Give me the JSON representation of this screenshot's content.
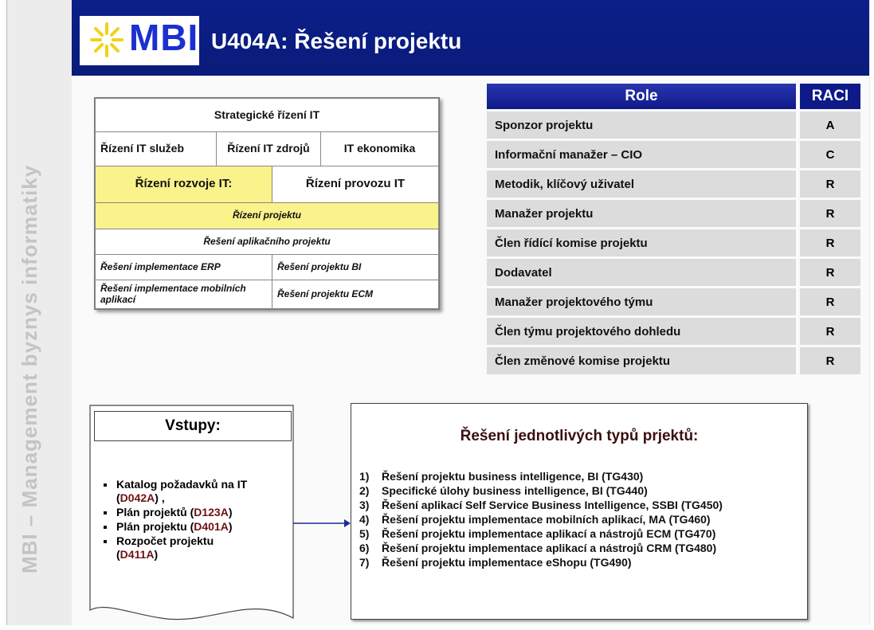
{
  "sidebar": {
    "text": "MBI – Management byznys informatiky"
  },
  "header": {
    "logo": "MBI",
    "title": "U404A: Řešení projektu"
  },
  "hierarchy": {
    "strategic": "Strategické řízení IT",
    "services": "Řízení IT služeb",
    "resources": "Řízení IT zdrojů",
    "economics": "IT ekonomika",
    "development": "Řízení rozvoje IT:",
    "operations": "Řízení provozu IT",
    "project_mgmt": "Řízení projektu",
    "app_project": "Řešení aplikačního projektu",
    "erp": "Řešení implementace ERP",
    "bi": "Řešení projektu BI",
    "mobile": "Řešení implementace mobilních aplikací",
    "ecm": "Řešení projektu ECM"
  },
  "roles": {
    "head_role": "Role",
    "head_raci": "RACI",
    "rows": [
      {
        "role": "Sponzor projektu",
        "raci": "A"
      },
      {
        "role": "Informační manažer – CIO",
        "raci": "C"
      },
      {
        "role": "Metodik, klíčový uživatel",
        "raci": "R"
      },
      {
        "role": "Manažer projektu",
        "raci": "R"
      },
      {
        "role": "Člen řídící komise projektu",
        "raci": "R"
      },
      {
        "role": "Dodavatel",
        "raci": "R"
      },
      {
        "role": "Manažer projektového týmu",
        "raci": "R"
      },
      {
        "role": "Člen týmu projektového dohledu",
        "raci": "R"
      },
      {
        "role": "Člen změnové komise projektu",
        "raci": "R"
      }
    ]
  },
  "inputs": {
    "title": "Vstupy:",
    "items": [
      {
        "text": "Katalog požadavků na IT",
        "code": "D042A",
        "suffix": " ,"
      },
      {
        "text": "Plán projektů",
        "code": "D123A",
        "suffix": ""
      },
      {
        "text": "Plán projektu",
        "code": "D401A",
        "suffix": ""
      },
      {
        "text": "Rozpočet projektu",
        "code": "D411A",
        "suffix": ""
      }
    ]
  },
  "solutions": {
    "title": "Řešení jednotlivých typů prjektů:",
    "items": [
      {
        "num": "1)",
        "text": "Řešení projektu business intelligence, BI (TG430)"
      },
      {
        "num": "2)",
        "text": "Specifické úlohy business intelligence, BI (TG440)"
      },
      {
        "num": "3)",
        "text": "Řešení aplikací Self Service Business Intelligence, SSBI (TG450)"
      },
      {
        "num": "4)",
        "text": "Řešení projektu implementace mobilních aplikací, MA (TG460)"
      },
      {
        "num": "5)",
        "text": "Řešení projektu implementace aplikací a nástrojů ECM (TG470)"
      },
      {
        "num": "6)",
        "text": "Řešení projektu implementace aplikací a nástrojů CRM (TG480)"
      },
      {
        "num": "7)",
        "text": "Řešení projektu implementace eShopu (TG490)"
      }
    ]
  },
  "colors": {
    "header": "#0b1f8a",
    "highlight": "#faf28a",
    "role_cell": "#dcdcdc",
    "code": "#6e1212"
  }
}
